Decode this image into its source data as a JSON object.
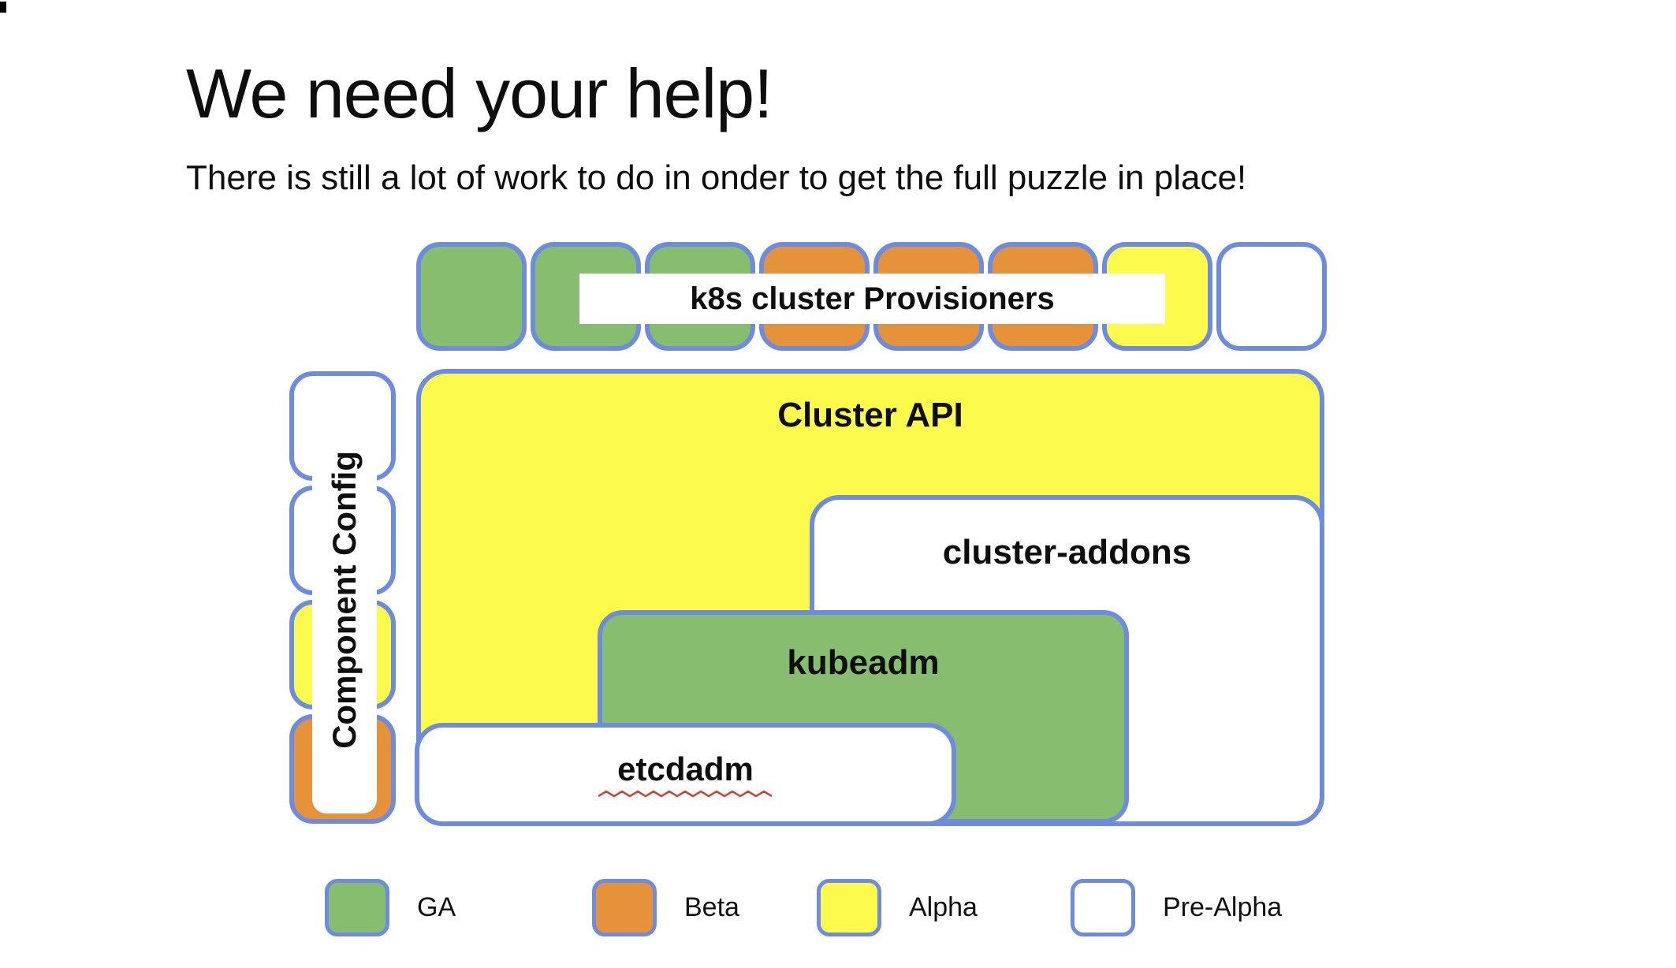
{
  "slide": {
    "title": "We need your help!",
    "subtitle": "There is still a lot of work to do in onder to get the full puzzle in place!"
  },
  "colors": {
    "ga": "#87bd6e",
    "beta": "#e6923a",
    "alpha": "#fdfa4e",
    "prealpha": "#ffffff",
    "border": "#6d8ce0",
    "squiggle": "#cc4437"
  },
  "provisioners": {
    "label": "k8s cluster Provisioners",
    "squares": [
      "ga",
      "ga",
      "ga",
      "beta",
      "beta",
      "beta",
      "alpha",
      "prealpha"
    ]
  },
  "component_config": {
    "label": "Component Config",
    "squares": [
      "prealpha",
      "prealpha",
      "alpha",
      "beta"
    ]
  },
  "boxes": [
    {
      "id": "cluster-api",
      "label": "Cluster API",
      "status": "alpha"
    },
    {
      "id": "cluster-addons",
      "label": "cluster-addons",
      "status": "prealpha"
    },
    {
      "id": "kubeadm",
      "label": "kubeadm",
      "status": "ga"
    },
    {
      "id": "etcdadm",
      "label": "etcdadm",
      "status": "prealpha",
      "spellcheck_underline": true
    }
  ],
  "legend": [
    {
      "label": "GA",
      "status": "ga"
    },
    {
      "label": "Beta",
      "status": "beta"
    },
    {
      "label": "Alpha",
      "status": "alpha"
    },
    {
      "label": "Pre-Alpha",
      "status": "prealpha"
    }
  ]
}
